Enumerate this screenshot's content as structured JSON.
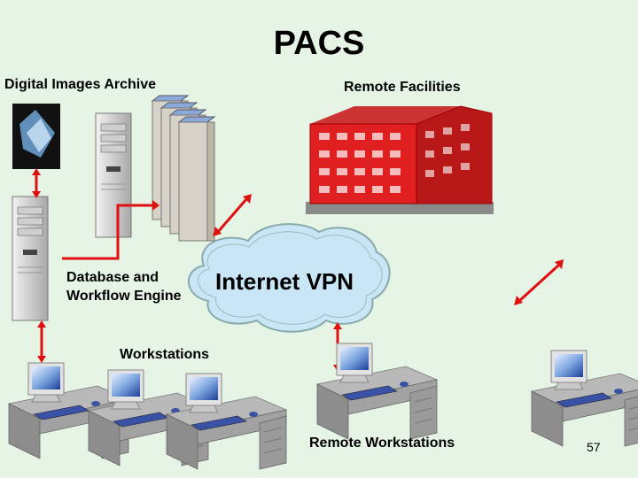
{
  "title": "PACS",
  "labels": {
    "digital_images_archive": "Digital Images Archive",
    "remote_facilities": "Remote Facilities",
    "database_workflow": "Database and Workflow Engine",
    "internet_vpn": "Internet VPN",
    "workstations": "Workstations",
    "remote_workstations": "Remote Workstations"
  },
  "page_number": "57",
  "colors": {
    "background": "#e6f4e6",
    "connector": "#e01010",
    "cloud_fill": "#c9e6f6",
    "building": "#e02020"
  }
}
